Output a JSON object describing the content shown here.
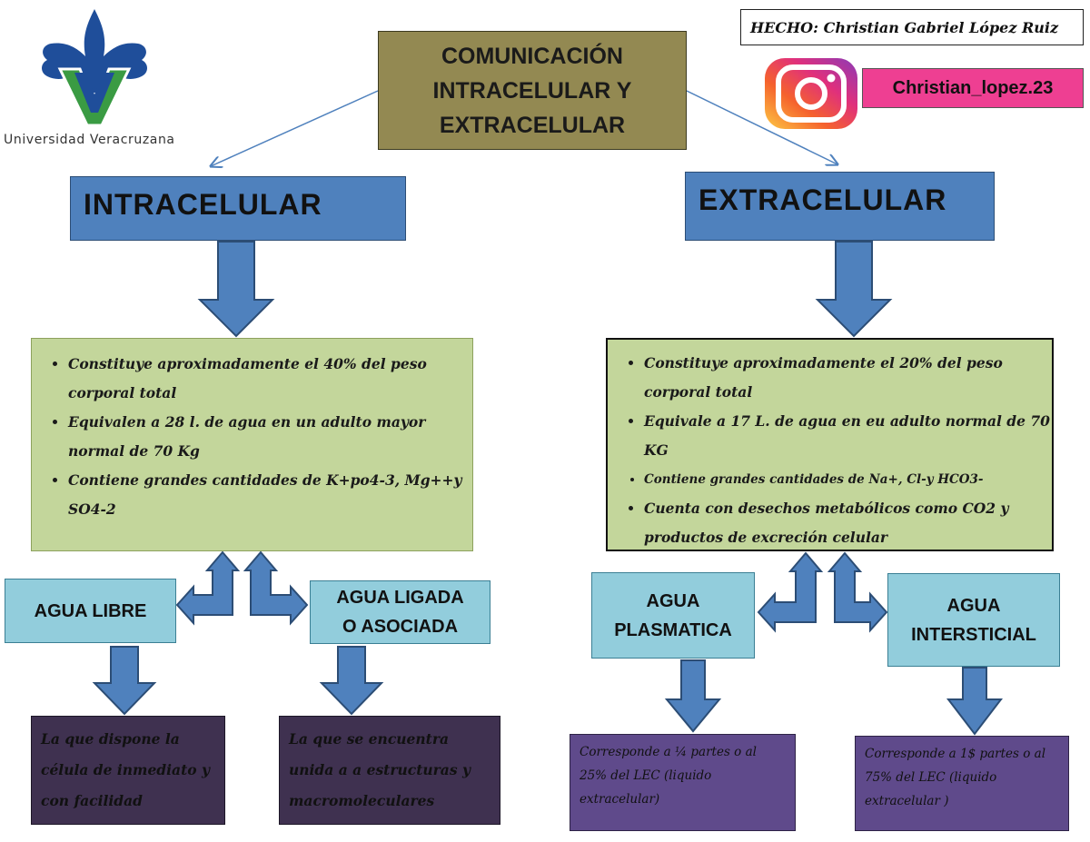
{
  "header": {
    "logo_caption": "Universidad Veracruzana",
    "title": "COMUNICACIÓN\nINTRACELULAR Y\nEXTRACELULAR",
    "author": "HECHO: Christian Gabriel López Ruiz",
    "instagram_handle": "Christian_lopez.23"
  },
  "intracelular": {
    "label": "INTRACELULAR",
    "bullets": [
      "Constituye aproximadamente el 40% del peso corporal total",
      "Equivalen a 28 l. de agua en un adulto mayor normal de 70 Kg",
      "Contiene grandes cantidades de K+po4-3, Mg++y SO4-2"
    ],
    "free_water": {
      "label": "AGUA LIBRE",
      "description": "La que dispone la célula de inmediato y con facilidad"
    },
    "bound_water": {
      "label": "AGUA LIGADA\nO ASOCIADA",
      "description": "La que se encuentra unida a a estructuras y macromoleculares"
    }
  },
  "extracelular": {
    "label": "EXTRACELULAR",
    "bullets": [
      "Constituye aproximadamente el 20% del peso corporal total",
      "Equivale a 17 L. de agua en eu adulto normal de 70 KG",
      "Contiene grandes cantidades de Na+, Cl-y HCO3-",
      "Cuenta con desechos metabólicos como CO2 y productos de excreción celular"
    ],
    "plasma_water": {
      "label": "AGUA\nPLASMATICA",
      "description": "Corresponde a ¼ partes o al 25% del LEC (liquido extracelular)"
    },
    "interstitial_water": {
      "label": "AGUA\nINTERSTICIAL",
      "description": "Corresponde a 1$ partes o al 75% del LEC (liquido extracelular )"
    }
  },
  "colors": {
    "title_fill": "#938952",
    "category_fill": "#4f81bd",
    "bullet_box_fill": "#c3d69b",
    "subcategory_fill": "#92cddc",
    "dark_purple": "#3f3150",
    "mid_purple": "#5f4a8b",
    "instagram_pink": "#ee3f92",
    "logo_blue": "#1f4e9a",
    "logo_green": "#3a9b43"
  },
  "icons": [
    "uv-logo-icon",
    "instagram-icon",
    "block-arrow-down-icon",
    "split-arrow-icon"
  ]
}
